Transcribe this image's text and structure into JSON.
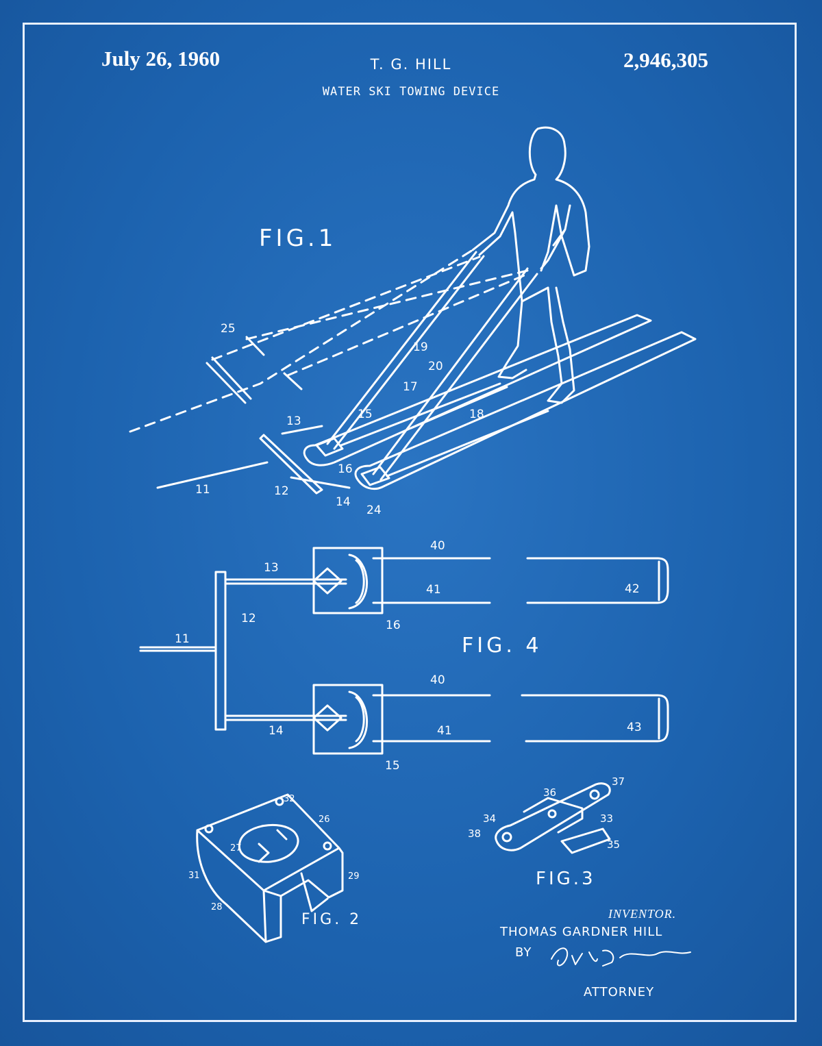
{
  "header": {
    "date": "July 26, 1960",
    "inventor_short": "T. G. HILL",
    "patent_number": "2,946,305",
    "title": "WATER SKI TOWING DEVICE"
  },
  "figures": {
    "fig1": "FIG.1",
    "fig2": "FIG. 2",
    "fig3": "FIG.3",
    "fig4": "FIG. 4"
  },
  "callouts": {
    "fig1": [
      "25",
      "19",
      "20",
      "17",
      "13",
      "15",
      "18",
      "16",
      "11",
      "12",
      "14",
      "24"
    ],
    "fig4": [
      "40",
      "13",
      "41",
      "42",
      "12",
      "16",
      "11",
      "40",
      "14",
      "41",
      "43",
      "15"
    ],
    "fig2": [
      "32",
      "26",
      "27",
      "31",
      "29",
      "28"
    ],
    "fig3": [
      "37",
      "36",
      "34",
      "33",
      "38",
      "35"
    ]
  },
  "footer": {
    "inventor_label": "INVENTOR.",
    "inventor_name": "THOMAS GARDNER HILL",
    "by_label": "BY",
    "attorney_label": "ATTORNEY"
  },
  "colors": {
    "background": "#1d63b0",
    "ink": "#ffffff"
  }
}
